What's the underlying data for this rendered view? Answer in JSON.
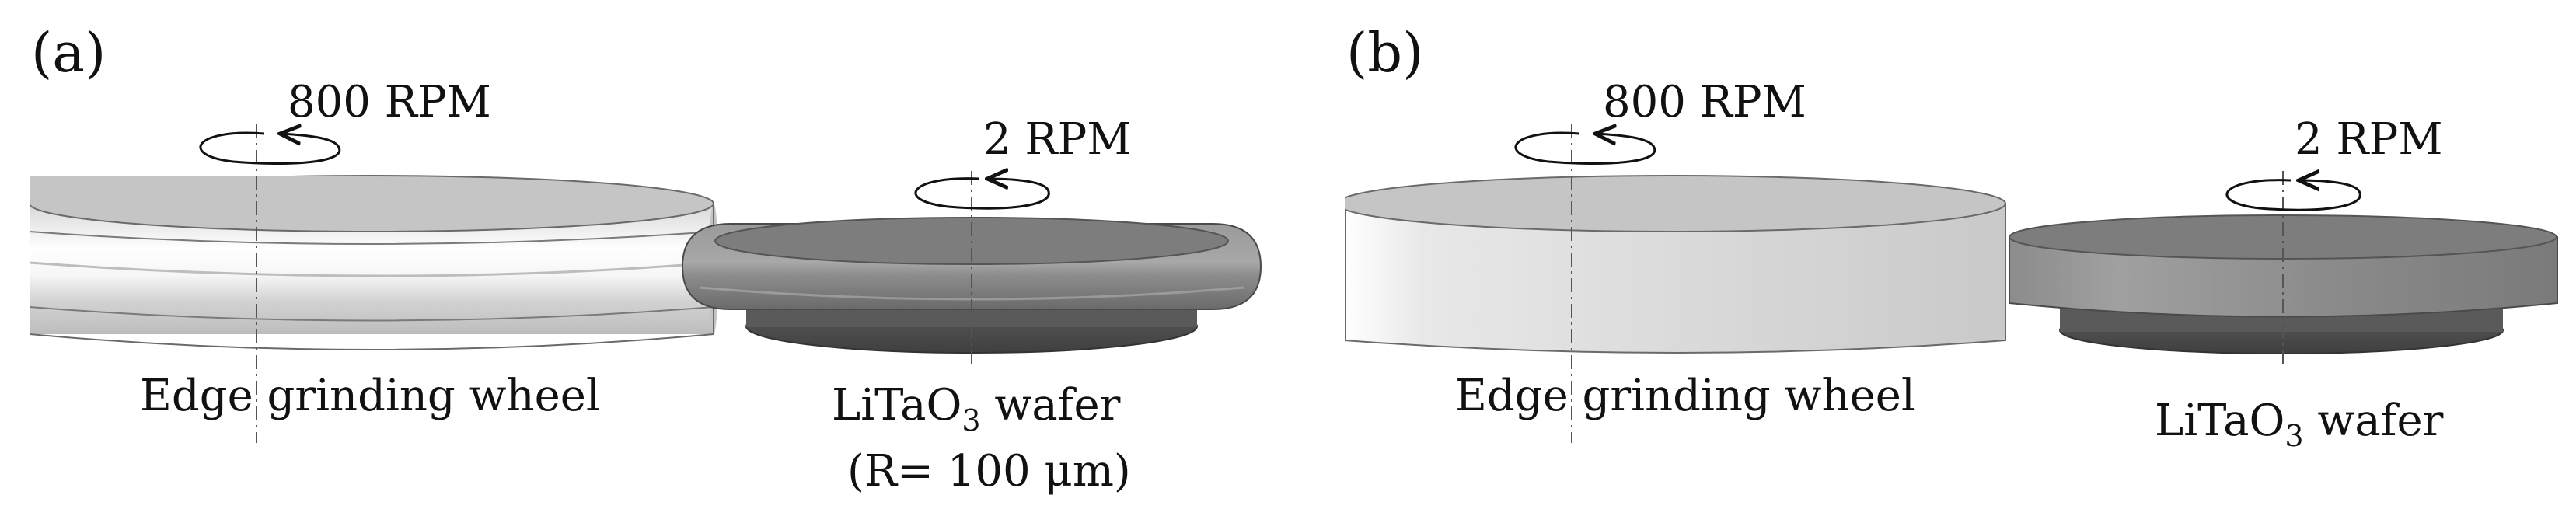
{
  "panels": [
    {
      "tag": "(a)",
      "wheel_speed": "800 RPM",
      "wafer_speed": "2 RPM",
      "wheel_label": "Edge grinding wheel",
      "wafer_label_main": "LiTaO",
      "wafer_label_sub": "3",
      "wafer_label_tail": " wafer",
      "wafer_note": "(R= 100 μm)"
    },
    {
      "tag": "(b)",
      "wheel_speed": "800 RPM",
      "wafer_speed": "2 RPM",
      "wheel_label": "Edge grinding wheel",
      "wafer_label_main": "LiTaO",
      "wafer_label_sub": "3",
      "wafer_label_tail": " wafer"
    }
  ]
}
